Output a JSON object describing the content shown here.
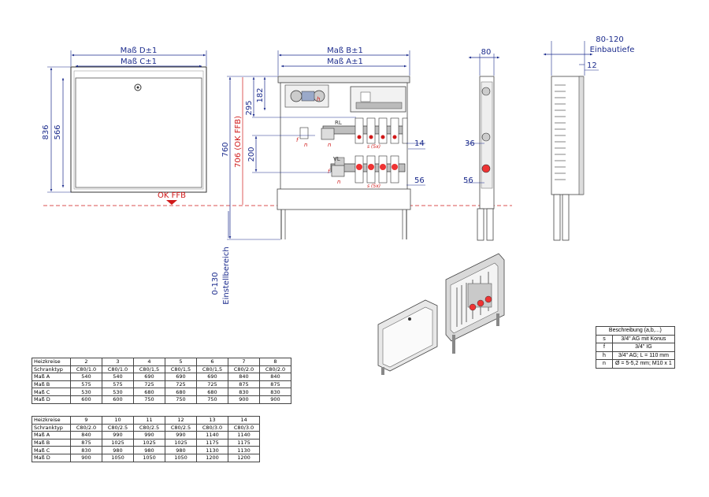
{
  "dimensions": {
    "mass_d": "Maß D±1",
    "mass_c": "Maß C±1",
    "mass_b": "Maß B±1",
    "mass_a": "Maß A±1",
    "h836": "836",
    "h566": "566",
    "h760": "760",
    "h706": "706 (OK FFB)",
    "h295": "295",
    "h182": "182",
    "h200": "200",
    "h0_130": "0-130",
    "einstellbereich": "Einstellbereich",
    "ok_ffb": "OK FFB",
    "w80": "80",
    "w80_120": "80-120",
    "einbautiefe": "Einbautiefe",
    "w12": "12",
    "w14": "14",
    "w56": "56",
    "w36": "36",
    "w56b": "56"
  },
  "labels": {
    "rl": "RL",
    "vl": "VL",
    "s5x": "s (5x)",
    "f": "f",
    "n": "n",
    "h": "h"
  },
  "legend": {
    "title": "Beschreibung (a,b,...)",
    "rows": [
      {
        "key": "s",
        "desc": "3/4\" AG mit Konus"
      },
      {
        "key": "f",
        "desc": "3/4\" IG"
      },
      {
        "key": "h",
        "desc": "3/4\" AG; L = 110 mm"
      },
      {
        "key": "n",
        "desc": "Ø = 5-5,2 mm; M10 x 1"
      }
    ]
  },
  "table1": {
    "rows": [
      [
        "Heizkreise",
        "2",
        "3",
        "4",
        "5",
        "6",
        "7",
        "8"
      ],
      [
        "Schranktyp",
        "C80/1.0",
        "C80/1.0",
        "C80/1,5",
        "C80/1,5",
        "C80/1,5",
        "C80/2.0",
        "C80/2.0"
      ],
      [
        "Maß A",
        "540",
        "540",
        "690",
        "690",
        "690",
        "840",
        "840"
      ],
      [
        "Maß B",
        "575",
        "575",
        "725",
        "725",
        "725",
        "875",
        "875"
      ],
      [
        "Maß C",
        "530",
        "530",
        "680",
        "680",
        "680",
        "830",
        "830"
      ],
      [
        "Maß D",
        "600",
        "600",
        "750",
        "750",
        "750",
        "900",
        "900"
      ]
    ]
  },
  "table2": {
    "rows": [
      [
        "Heizkreise",
        "9",
        "10",
        "11",
        "12",
        "13",
        "14"
      ],
      [
        "Schranktyp",
        "C80/2.0",
        "C80/2.5",
        "C80/2.5",
        "C80/2.5",
        "C80/3.0",
        "C80/3.0"
      ],
      [
        "Maß A",
        "840",
        "990",
        "990",
        "990",
        "1140",
        "1140"
      ],
      [
        "Maß B",
        "875",
        "1025",
        "1025",
        "1025",
        "1175",
        "1175"
      ],
      [
        "Maß C",
        "830",
        "980",
        "980",
        "980",
        "1130",
        "1130"
      ],
      [
        "Maß D",
        "900",
        "1050",
        "1050",
        "1050",
        "1200",
        "1200"
      ]
    ]
  },
  "colors": {
    "dimension": "#1a2a8c",
    "reference": "#d01818",
    "outline": "#333333"
  }
}
